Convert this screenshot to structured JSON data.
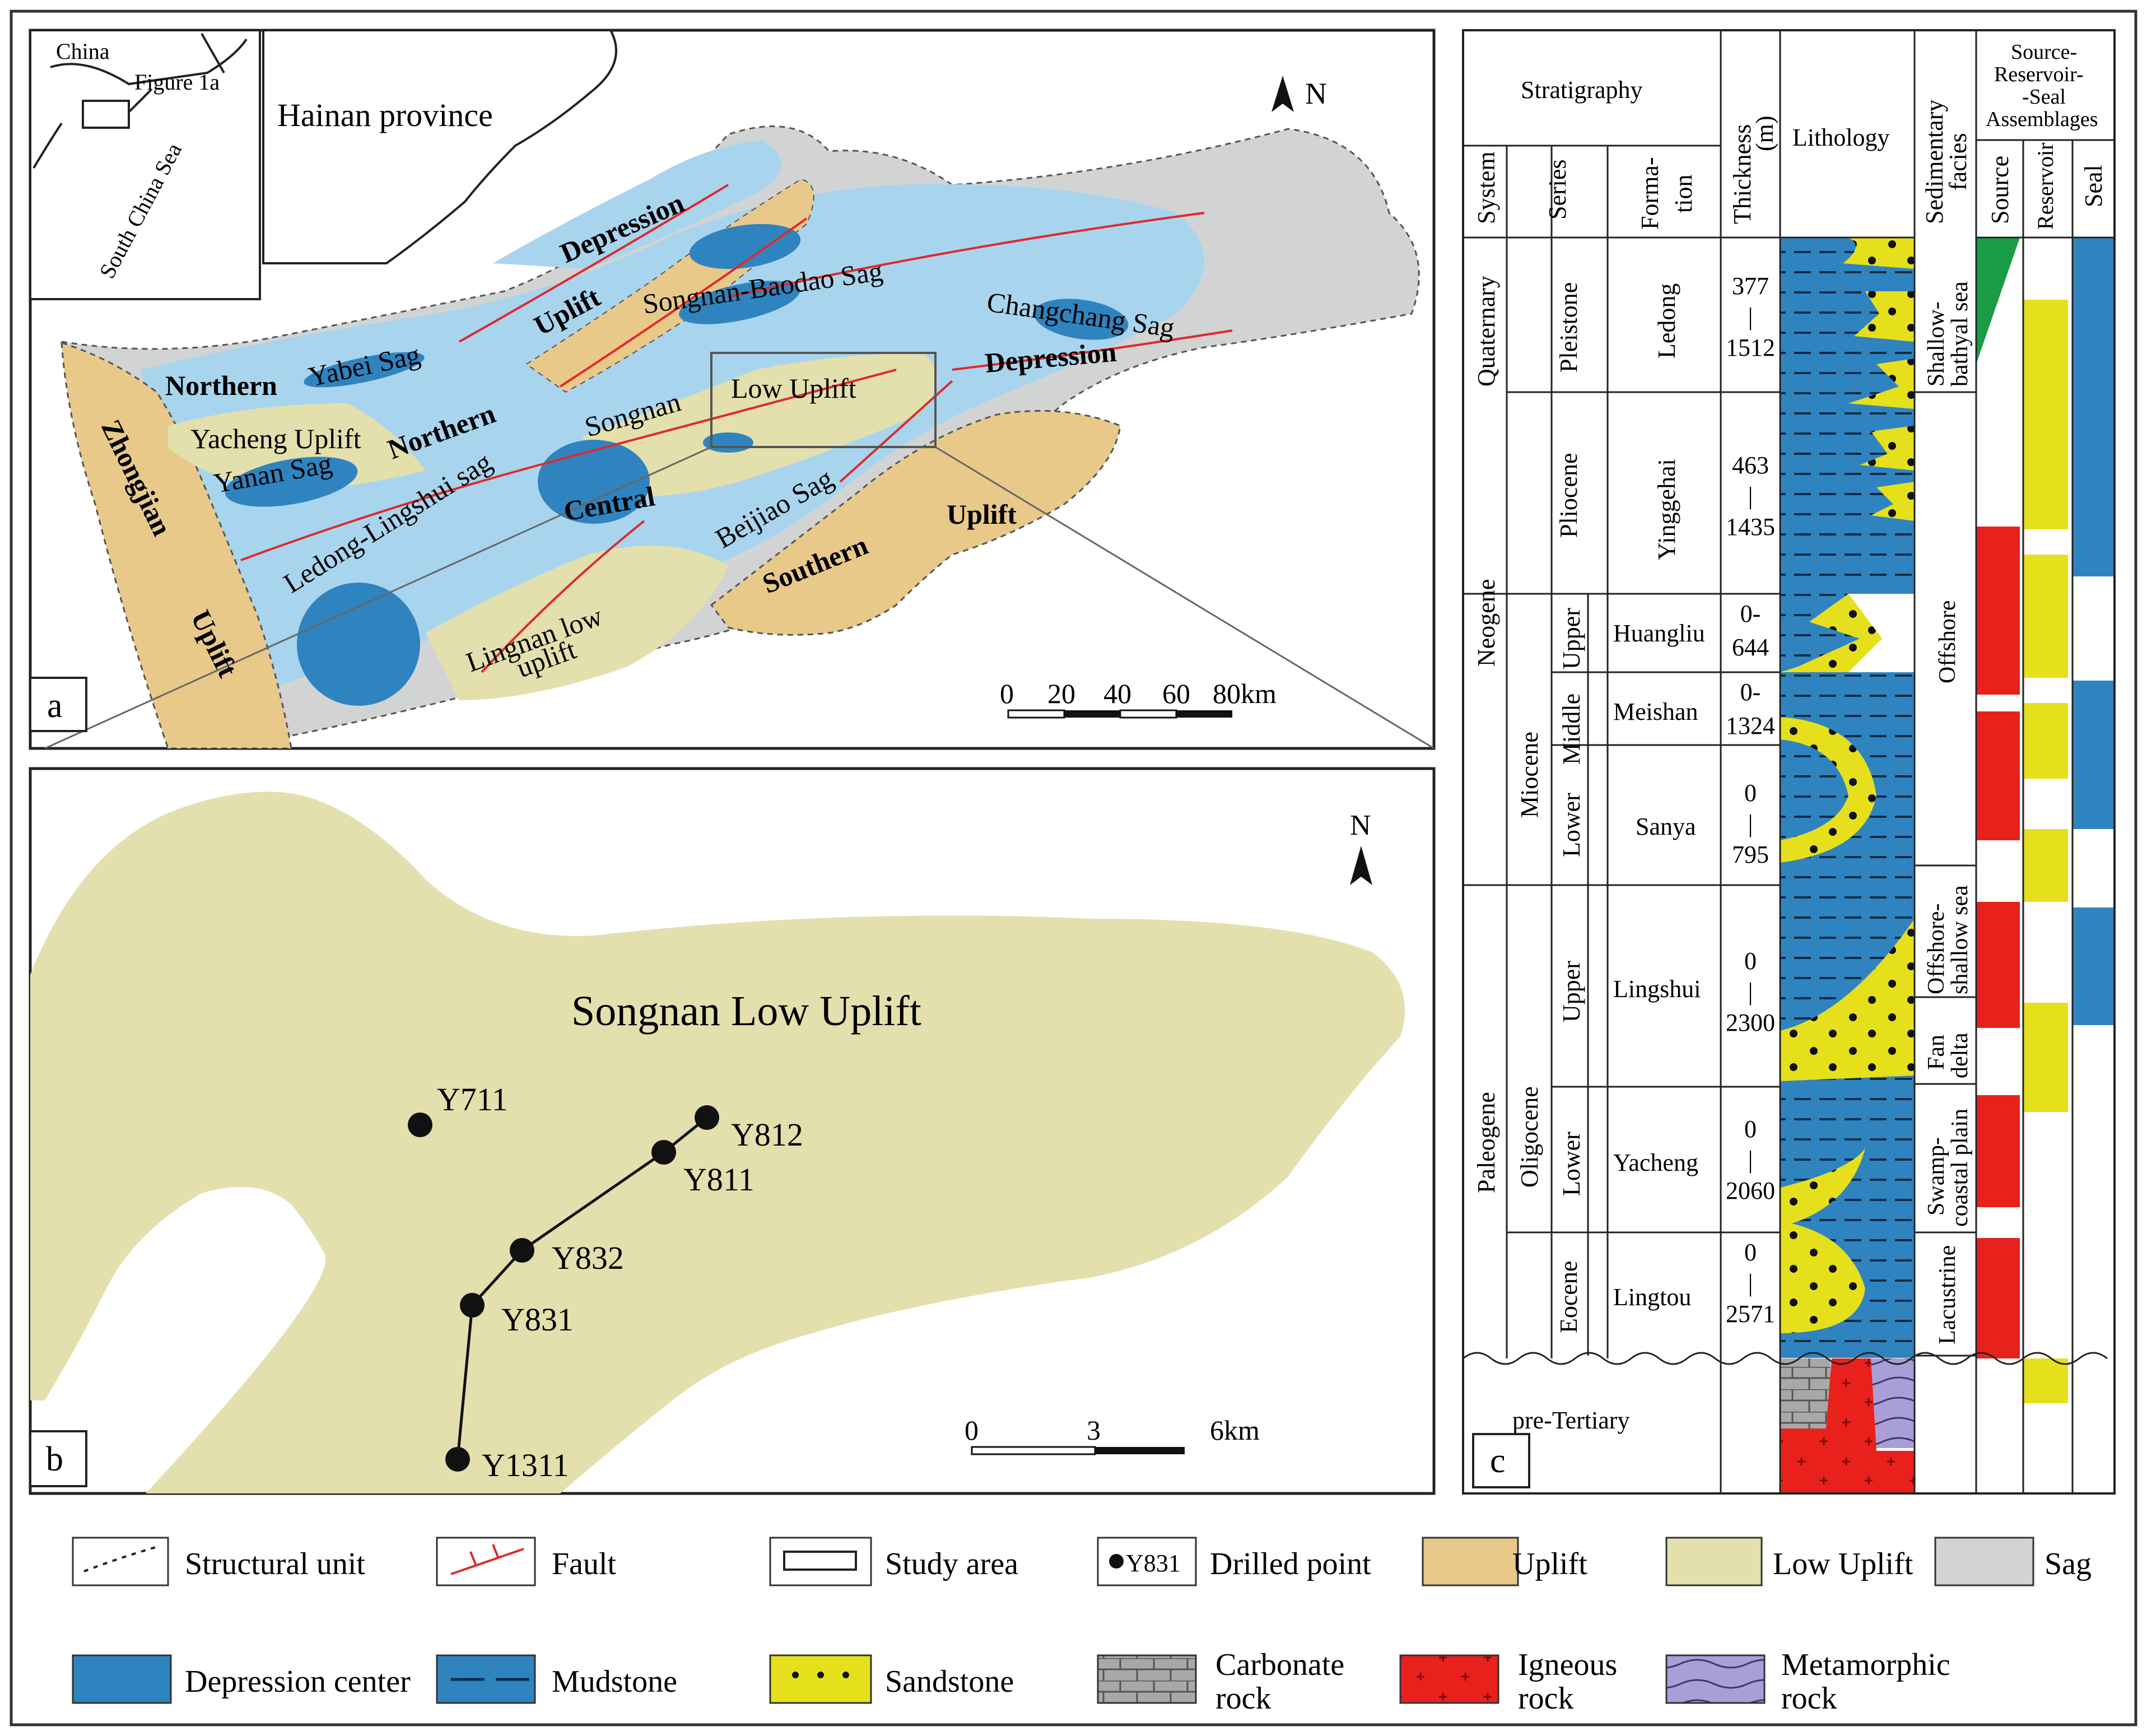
{
  "panels": {
    "a": "a",
    "b": "b",
    "c": "c"
  },
  "panel_a": {
    "inset": {
      "china": "China",
      "figure": "Figure 1a",
      "sea": "South China Sea"
    },
    "north": "N",
    "province": "Hainan province",
    "units": [
      "Depression",
      "Northern",
      "Yabei Sag",
      "Uplift",
      "Northern",
      "Yacheng Uplift",
      "Yanan Sag",
      "Songnan-Baodao Sag",
      "Changchang Sag",
      "Songnan",
      "Low Uplift",
      "Depression",
      "Ledong-Lingshui sag",
      "Central",
      "Beijiao Sag",
      "Uplift",
      "Southern",
      "Zhongjian",
      "Uplift",
      "Lingnan low",
      "uplift"
    ],
    "scale": {
      "ticks": [
        "0",
        "20",
        "40",
        "60",
        "80km"
      ]
    }
  },
  "panel_b": {
    "north": "N",
    "title": "Songnan Low Uplift",
    "wells": [
      "Y711",
      "Y812",
      "Y811",
      "Y832",
      "Y831",
      "Y1311"
    ],
    "scale": {
      "ticks": [
        "0",
        "3",
        "6km"
      ]
    }
  },
  "panel_c": {
    "headers": {
      "stratigraphy": "Stratigraphy",
      "system": "System",
      "series": "Series",
      "formation": [
        "Forma-",
        "tion"
      ],
      "thickness": [
        "Thickness",
        "(m)"
      ],
      "lithology": "Lithology",
      "facies": [
        "Sedimentary",
        "facies"
      ],
      "assemblages": [
        "Source-",
        "Reservoir-",
        "-Seal",
        "Assemblages"
      ],
      "source": "Source",
      "reservoir": "Reservoir",
      "seal": "Seal"
    },
    "systems": [
      "Quaternary",
      "Neogene",
      "Paleogene",
      "pre-Tertiary"
    ],
    "series": [
      "Pleistone",
      "Pliocene",
      "Miocene",
      "Oligocene",
      "Eocene"
    ],
    "subseries": [
      "Upper",
      "Middle",
      "Lower",
      "Upper",
      "Lower"
    ],
    "formations": [
      {
        "name": "Ledong",
        "thickness": [
          "377",
          "|",
          "1512"
        ]
      },
      {
        "name": "Yinggehai",
        "thickness": [
          "463",
          "|",
          "1435"
        ]
      },
      {
        "name": "Huangliu",
        "thickness": [
          "0-",
          "644"
        ]
      },
      {
        "name": "Meishan",
        "thickness": [
          "0-",
          "1324"
        ]
      },
      {
        "name": "Sanya",
        "thickness": [
          "0",
          "|",
          "795"
        ]
      },
      {
        "name": "Lingshui",
        "thickness": [
          "0",
          "|",
          "2300"
        ]
      },
      {
        "name": "Yacheng",
        "thickness": [
          "0",
          "|",
          "2060"
        ]
      },
      {
        "name": "Lingtou",
        "thickness": [
          "0",
          "|",
          "2571"
        ]
      }
    ],
    "facies": [
      [
        "Shallow-",
        "bathyal sea"
      ],
      [
        "Offshore"
      ],
      [
        "Offshore-",
        "shallow sea"
      ],
      [
        "Fan",
        "delta"
      ],
      [
        "Swamp-",
        "coastal plain"
      ],
      [
        "Lacustrine"
      ]
    ]
  },
  "legend": [
    {
      "label": "Structural unit"
    },
    {
      "label": "Fault"
    },
    {
      "label": "Study  area"
    },
    {
      "label": "Drilled point",
      "symbol": "Y831"
    },
    {
      "label": "Uplift",
      "color": "#E8C98A"
    },
    {
      "label": "Low Uplift",
      "color": "#E3E0AE"
    },
    {
      "label": "Sag",
      "color": "#D2D4D4"
    },
    {
      "label": "Depression center",
      "color": "#2E86C1"
    },
    {
      "label": "Mudstone",
      "color": "#2E86C1"
    },
    {
      "label": "Sandstone",
      "color": "#E6E01C"
    },
    {
      "label": "Carbonate",
      "label2": "rock",
      "color": "#A8A8A8"
    },
    {
      "label": "Igneous",
      "label2": "rock",
      "color": "#E8211C"
    },
    {
      "label": "Metamorphic",
      "label2": "rock",
      "color": "#A99ED8"
    }
  ],
  "colors": {
    "uplift": "#E8C98A",
    "low_uplift": "#E3E0AE",
    "sag": "#D2D4D4",
    "light_blue": "#A9D4EE",
    "depression_center": "#2F84C0",
    "sandstone": "#E6E01C",
    "igneous": "#E8211C",
    "green": "#1A9B46",
    "fault": "#E0282B",
    "metamorphic": "#A99ED8",
    "carbonate": "#A8A8A8"
  }
}
